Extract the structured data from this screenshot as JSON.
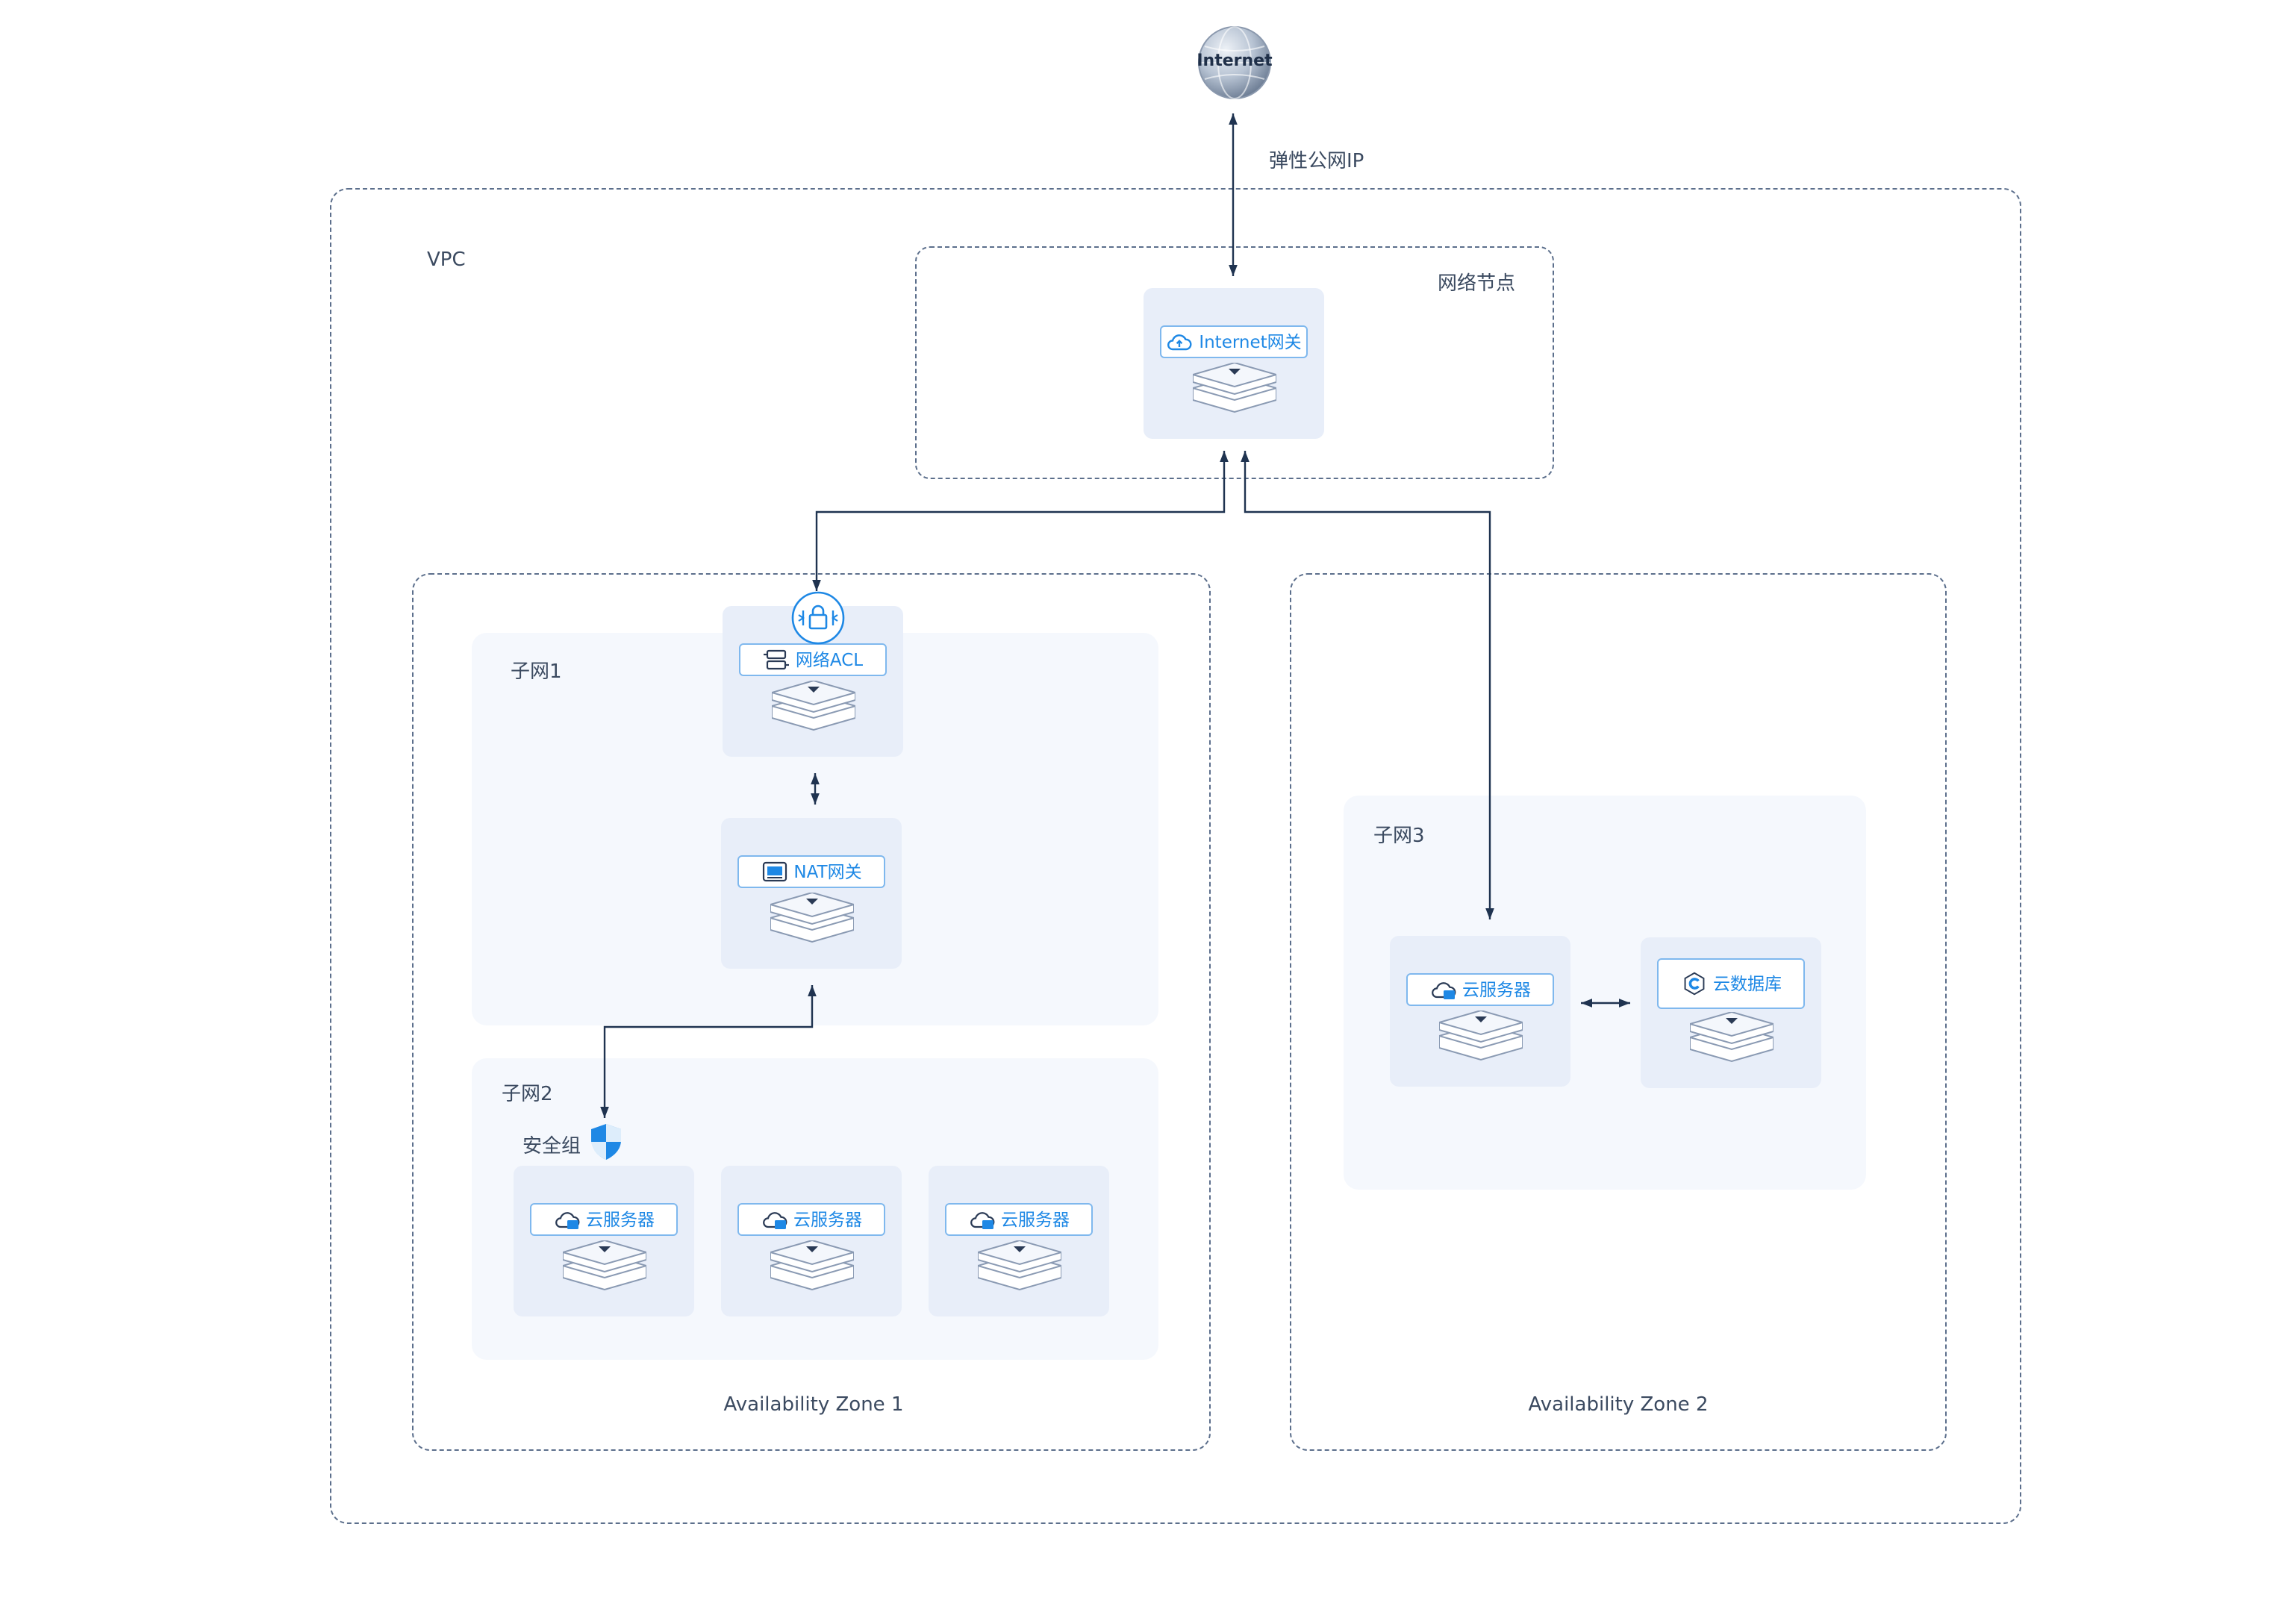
{
  "internet": {
    "label": "Internet"
  },
  "eip_label": "弹性公网IP",
  "vpc": {
    "label": "VPC"
  },
  "network_node": {
    "label": "网络节点",
    "gateway_label": "Internet网关"
  },
  "zone1": {
    "label": "Availability Zone 1",
    "subnet1": {
      "label": "子网1",
      "acl_label": "网络ACL",
      "nat_label": "NAT网关"
    },
    "subnet2": {
      "label": "子网2",
      "security_group_label": "安全组",
      "servers": [
        {
          "label": "云服务器"
        },
        {
          "label": "云服务器"
        },
        {
          "label": "云服务器"
        }
      ]
    }
  },
  "zone2": {
    "label": "Availability Zone 2",
    "subnet3": {
      "label": "子网3",
      "server_label": "云服务器",
      "database_label": "云数据库"
    }
  },
  "colors": {
    "accent": "#1e88e5",
    "line": "#1f3350",
    "dash": "#5c6f8c",
    "tile": "#e8eef9",
    "panel": "#f5f8fd"
  },
  "icons": [
    "globe-icon",
    "cloud-upload-icon",
    "server-rack-icon",
    "nat-gateway-icon",
    "cloud-server-icon",
    "database-icon",
    "shield-icon",
    "lock-acl-icon",
    "layer-stack-icon"
  ]
}
